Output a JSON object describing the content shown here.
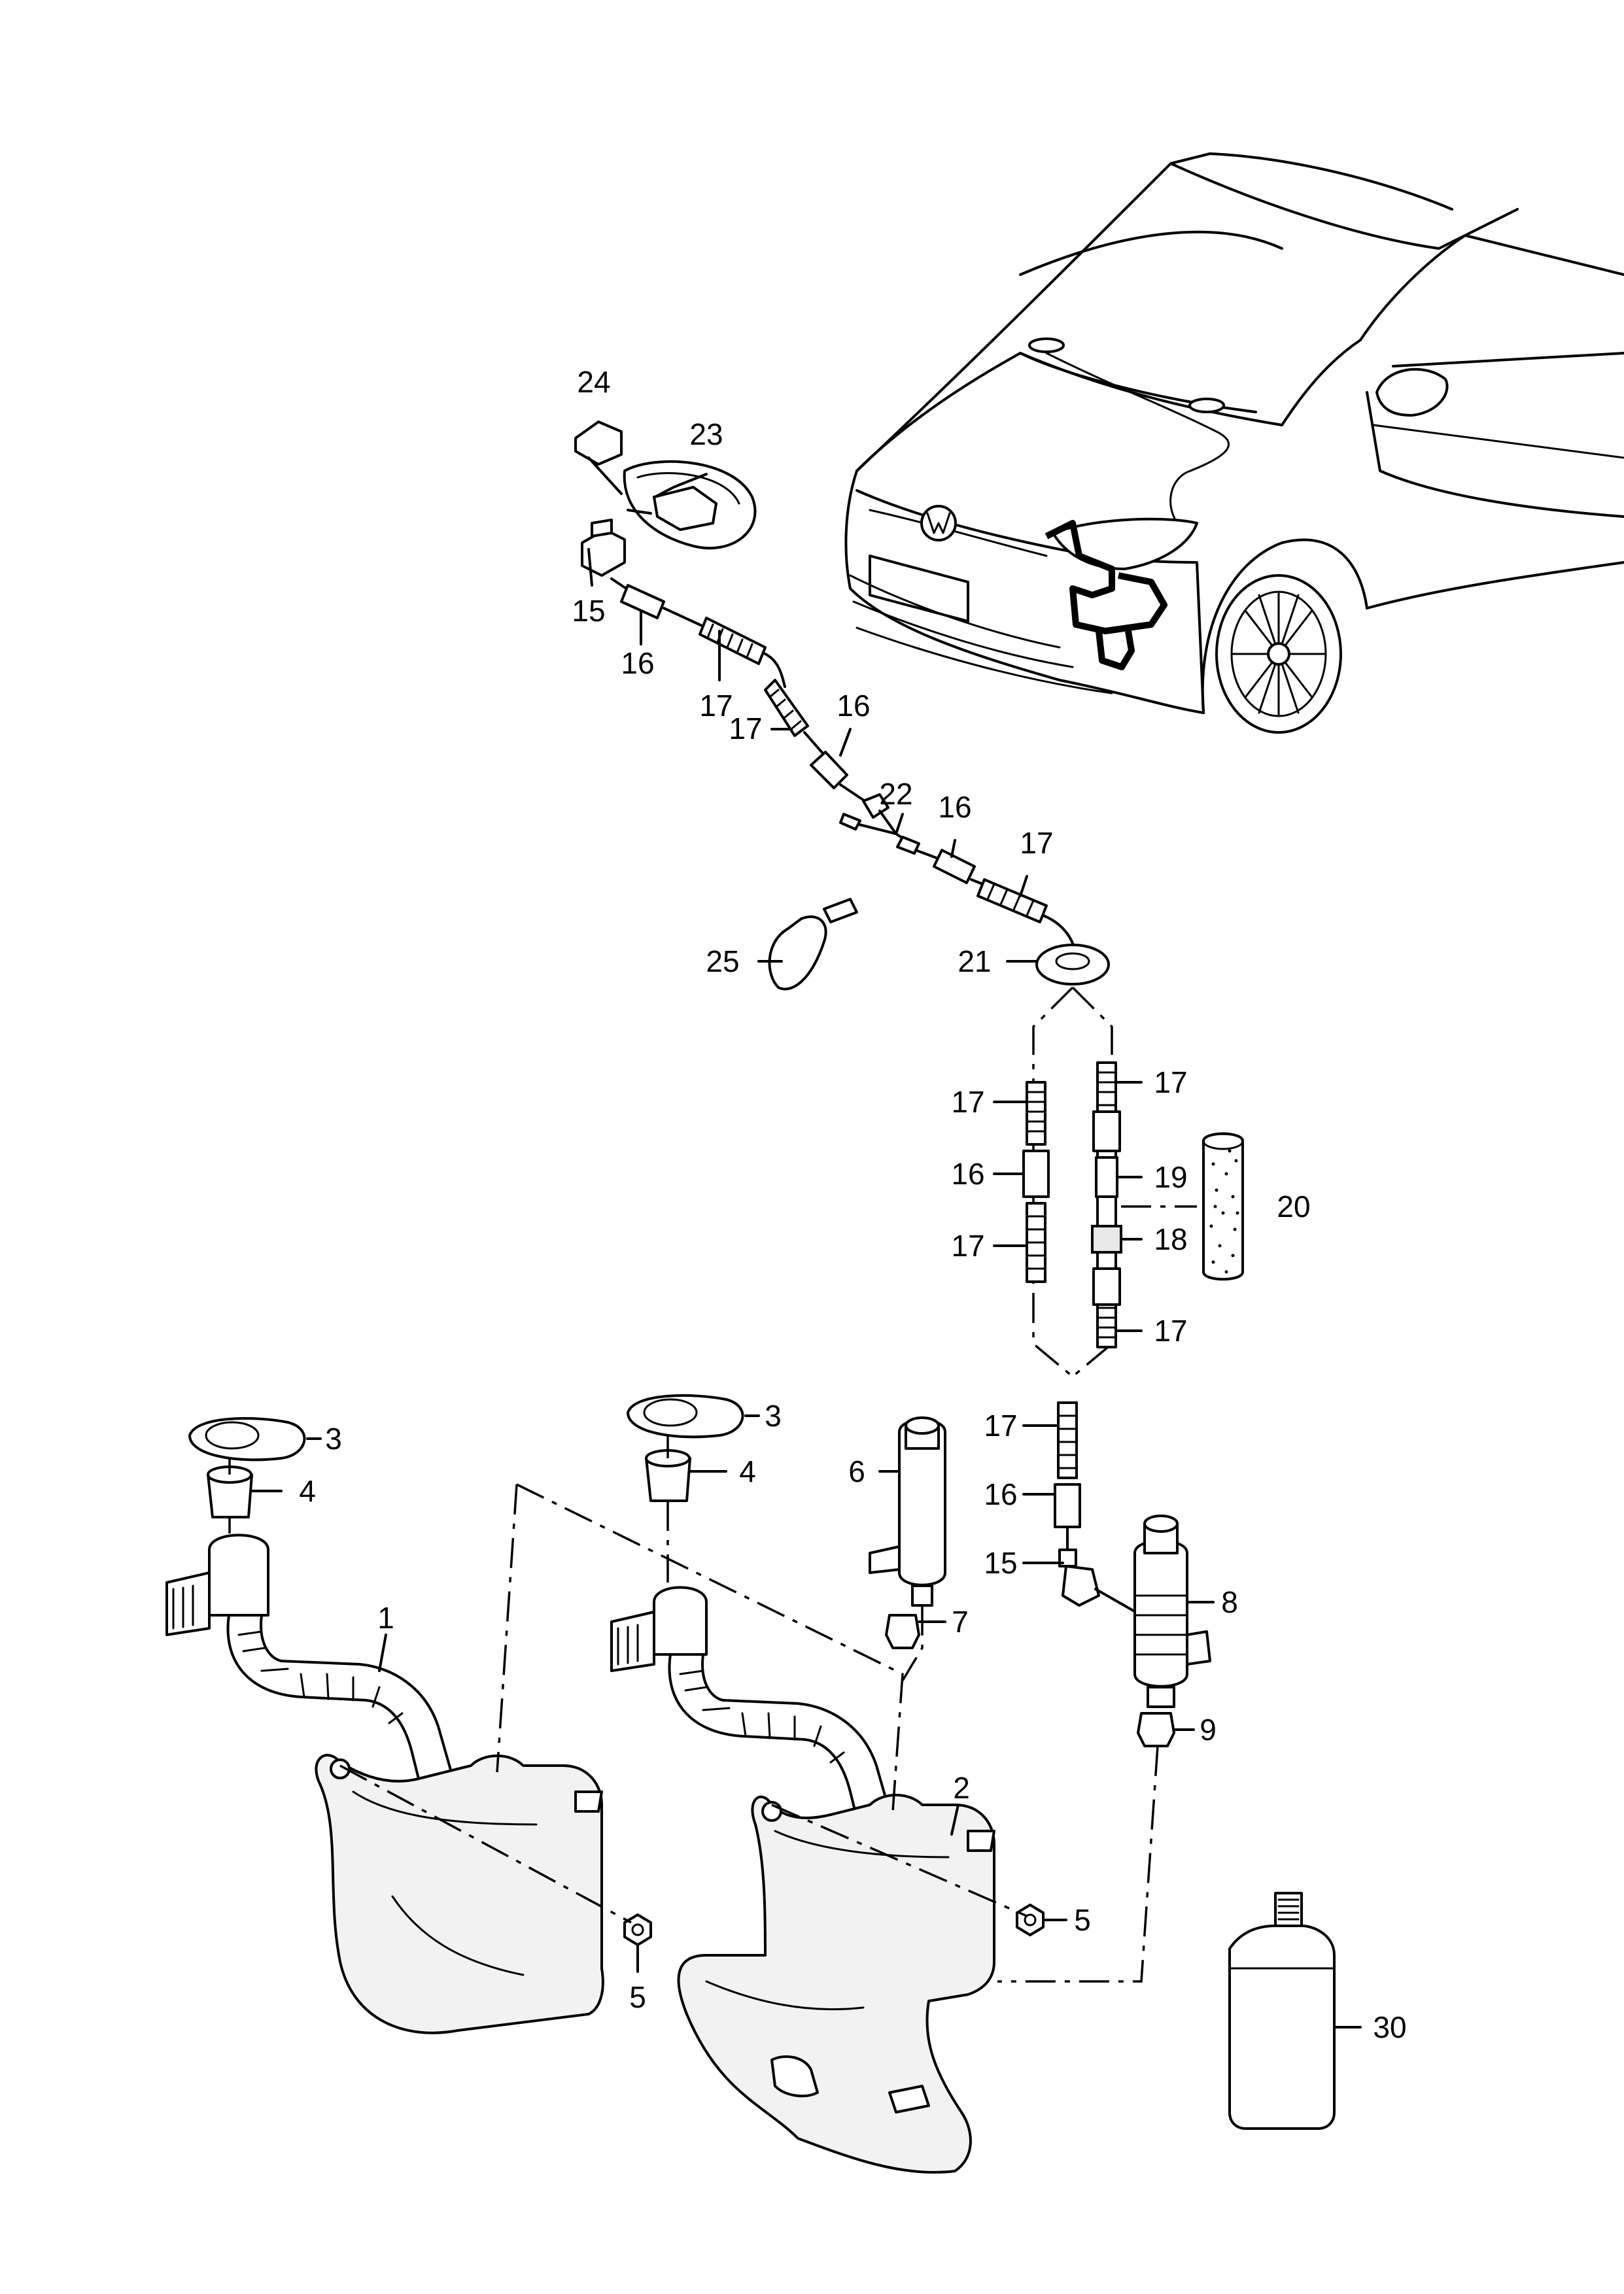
{
  "diagram": {
    "callouts": [
      {
        "key": "c24",
        "label": "24"
      },
      {
        "key": "c23",
        "label": "23"
      },
      {
        "key": "c15a",
        "label": "15"
      },
      {
        "key": "c16a",
        "label": "16"
      },
      {
        "key": "c17a",
        "label": "17"
      },
      {
        "key": "c17b",
        "label": "17"
      },
      {
        "key": "c16b",
        "label": "16"
      },
      {
        "key": "c22",
        "label": "22"
      },
      {
        "key": "c16c",
        "label": "16"
      },
      {
        "key": "c17c",
        "label": "17"
      },
      {
        "key": "c25",
        "label": "25"
      },
      {
        "key": "c21",
        "label": "21"
      },
      {
        "key": "c17d",
        "label": "17"
      },
      {
        "key": "c17e",
        "label": "17"
      },
      {
        "key": "c16d",
        "label": "16"
      },
      {
        "key": "c19",
        "label": "19"
      },
      {
        "key": "c20",
        "label": "20"
      },
      {
        "key": "c18",
        "label": "18"
      },
      {
        "key": "c17f",
        "label": "17"
      },
      {
        "key": "c17g",
        "label": "17"
      },
      {
        "key": "c3a",
        "label": "3"
      },
      {
        "key": "c3b",
        "label": "3"
      },
      {
        "key": "c4a",
        "label": "4"
      },
      {
        "key": "c4b",
        "label": "4"
      },
      {
        "key": "c6",
        "label": "6"
      },
      {
        "key": "c16e",
        "label": "16"
      },
      {
        "key": "c15b",
        "label": "15"
      },
      {
        "key": "c8",
        "label": "8"
      },
      {
        "key": "c7",
        "label": "7"
      },
      {
        "key": "c1",
        "label": "1"
      },
      {
        "key": "c9",
        "label": "9"
      },
      {
        "key": "c2",
        "label": "2"
      },
      {
        "key": "c5a",
        "label": "5"
      },
      {
        "key": "c5b",
        "label": "5"
      },
      {
        "key": "c17h",
        "label": "17"
      },
      {
        "key": "c30",
        "label": "30"
      }
    ]
  }
}
